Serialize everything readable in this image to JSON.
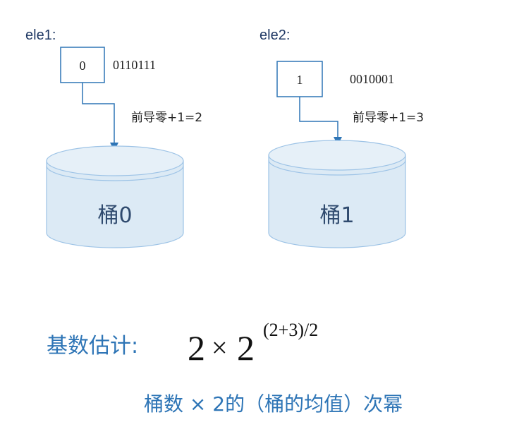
{
  "elements": [
    {
      "label": "ele1:",
      "box_value": "0",
      "bits": "0110111",
      "leading_zero_text": "前导零+1=2"
    },
    {
      "label": "ele2:",
      "box_value": "1",
      "bits": "0010001",
      "leading_zero_text": "前导零+1=3"
    }
  ],
  "buckets": [
    {
      "label": "桶0"
    },
    {
      "label": "桶1"
    }
  ],
  "estimate": {
    "label": "基数估计:",
    "base": "2",
    "times": "×",
    "power_base": "2",
    "exponent": "(2+3)/2"
  },
  "note": "桶数 × 2的（桶的均值）次幂",
  "colors": {
    "bucket_fill": "#dceaf5",
    "bucket_stroke": "#9dc3e6",
    "box_stroke": "#2e75b6",
    "arrow": "#2e75b6",
    "accent_text": "#2e75b6"
  }
}
